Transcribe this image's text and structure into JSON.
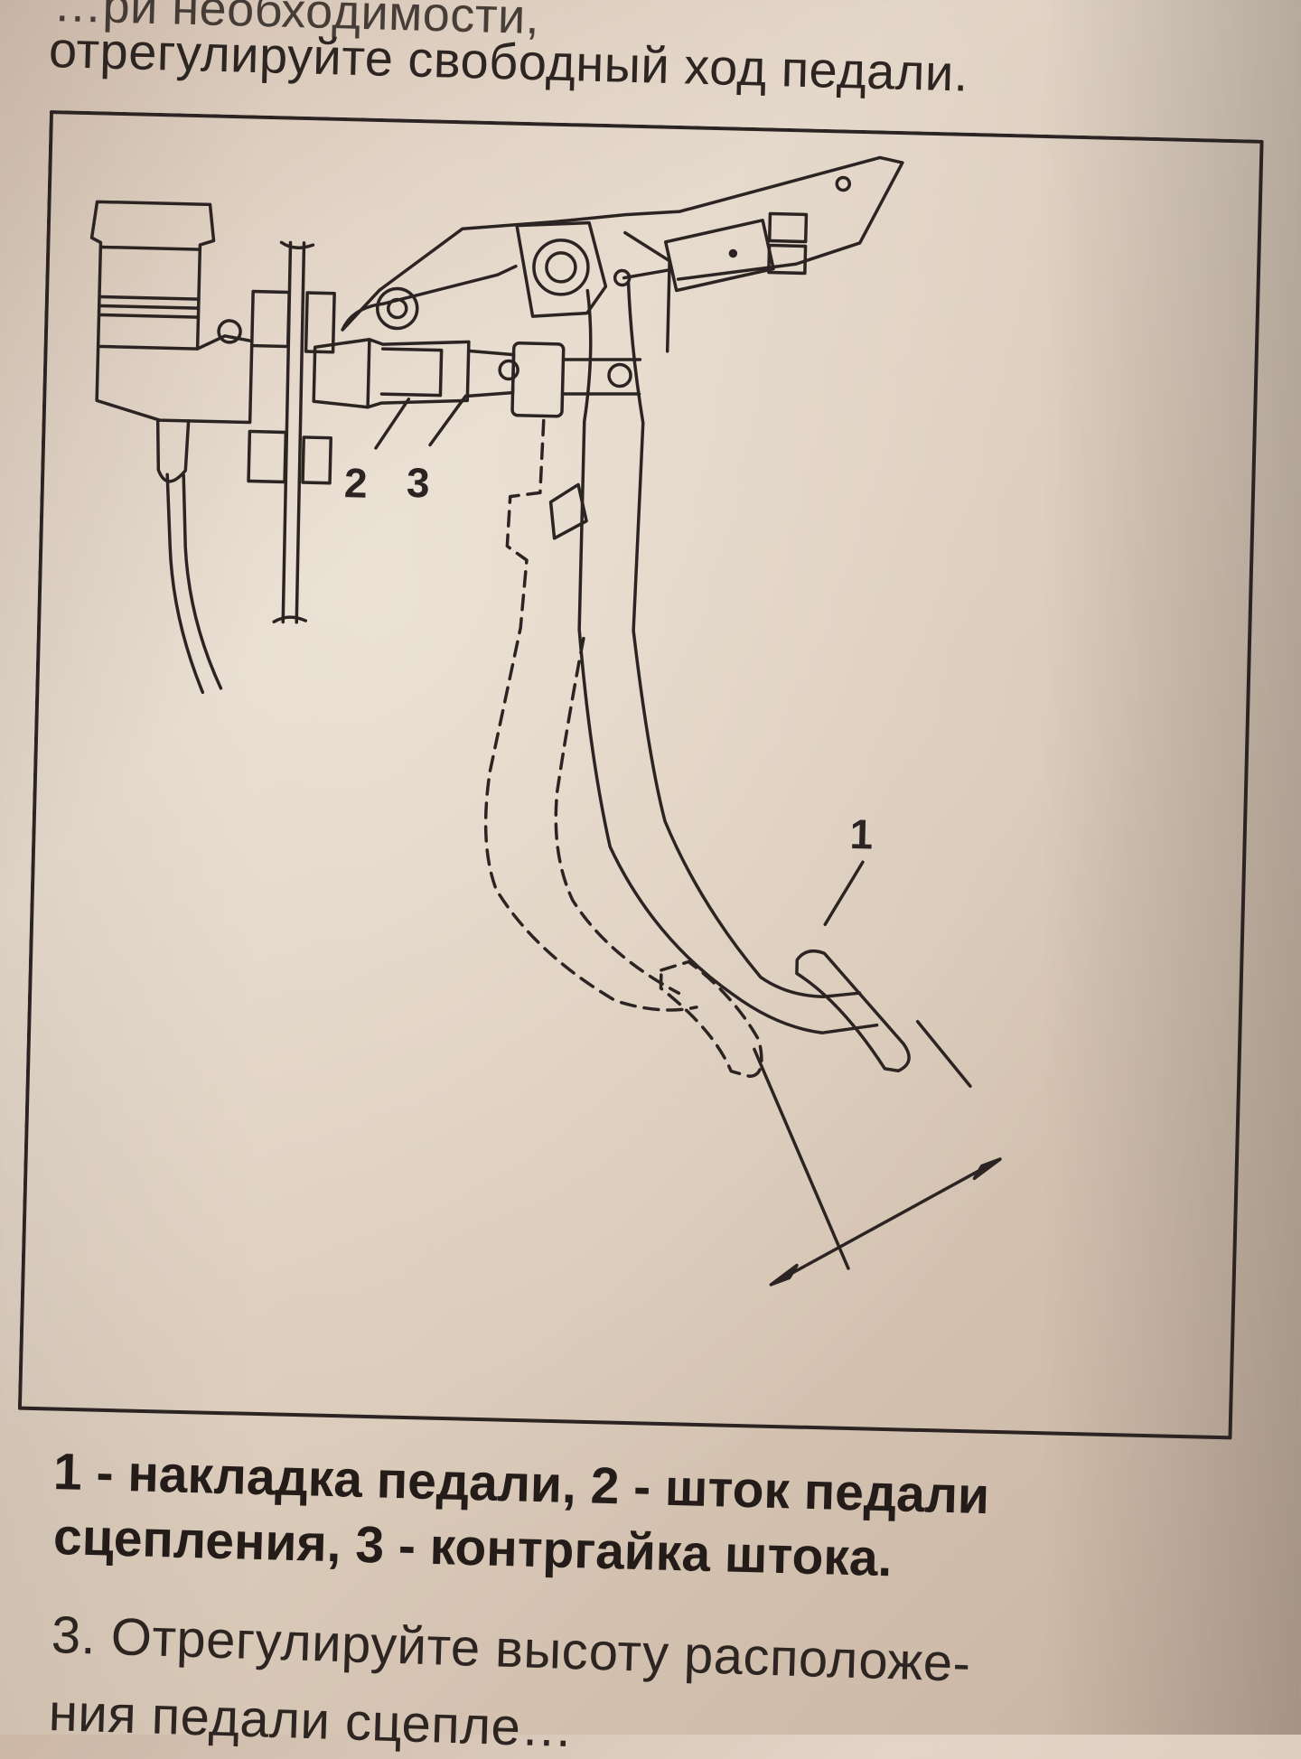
{
  "page": {
    "top_fragment": "…ри необходимости,",
    "top_line": "отрегулируйте свободный ход педали."
  },
  "figure": {
    "callouts": {
      "c1": "1",
      "c2": "2",
      "c3": "3"
    }
  },
  "caption": {
    "line1": "1 - накладка педали, 2 - шток педали",
    "line2": "сцепления, 3 - контргайка штока."
  },
  "body": {
    "line1": "3. Отрегулируйте высоту расположе-",
    "line2": "ния педали сцепле…"
  }
}
